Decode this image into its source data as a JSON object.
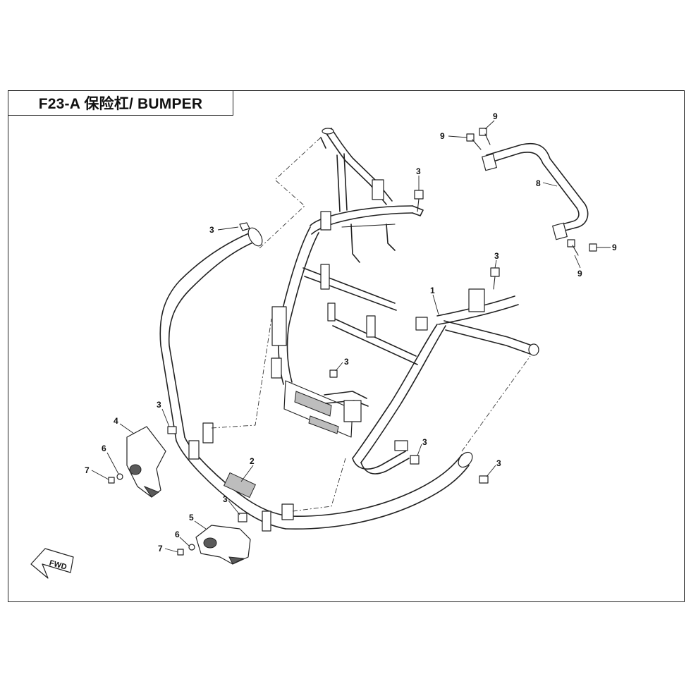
{
  "title": "F23-A 保险杠/ BUMPER",
  "fwd_label": "FWD",
  "callouts": {
    "c1": "1",
    "c2": "2",
    "c3a": "3",
    "c3b": "3",
    "c3c": "3",
    "c3d": "3",
    "c3e": "3",
    "c3f": "3",
    "c3g": "3",
    "c3h": "3",
    "c4": "4",
    "c5": "5",
    "c6a": "6",
    "c6b": "6",
    "c7a": "7",
    "c7b": "7",
    "c8": "8",
    "c9a": "9",
    "c9b": "9",
    "c9c": "9",
    "c9d": "9"
  }
}
